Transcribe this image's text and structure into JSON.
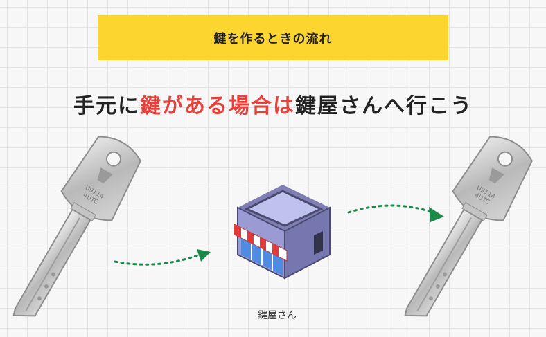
{
  "banner": {
    "title": "鍵を作るときの流れ"
  },
  "headline": {
    "part1": "手元に",
    "part2": "鍵がある場合は",
    "part3": "鍵屋さんへ行こう"
  },
  "key": {
    "engraving_line1": "U9114",
    "engraving_line2": "4UTC"
  },
  "shop": {
    "caption": "鍵屋さん"
  },
  "colors": {
    "banner": "#fcd62e",
    "highlight": "#e8403a",
    "arrow": "#1a8a4a",
    "shop_wall": "#8e8ec8",
    "awning_red": "#e23a3a"
  }
}
